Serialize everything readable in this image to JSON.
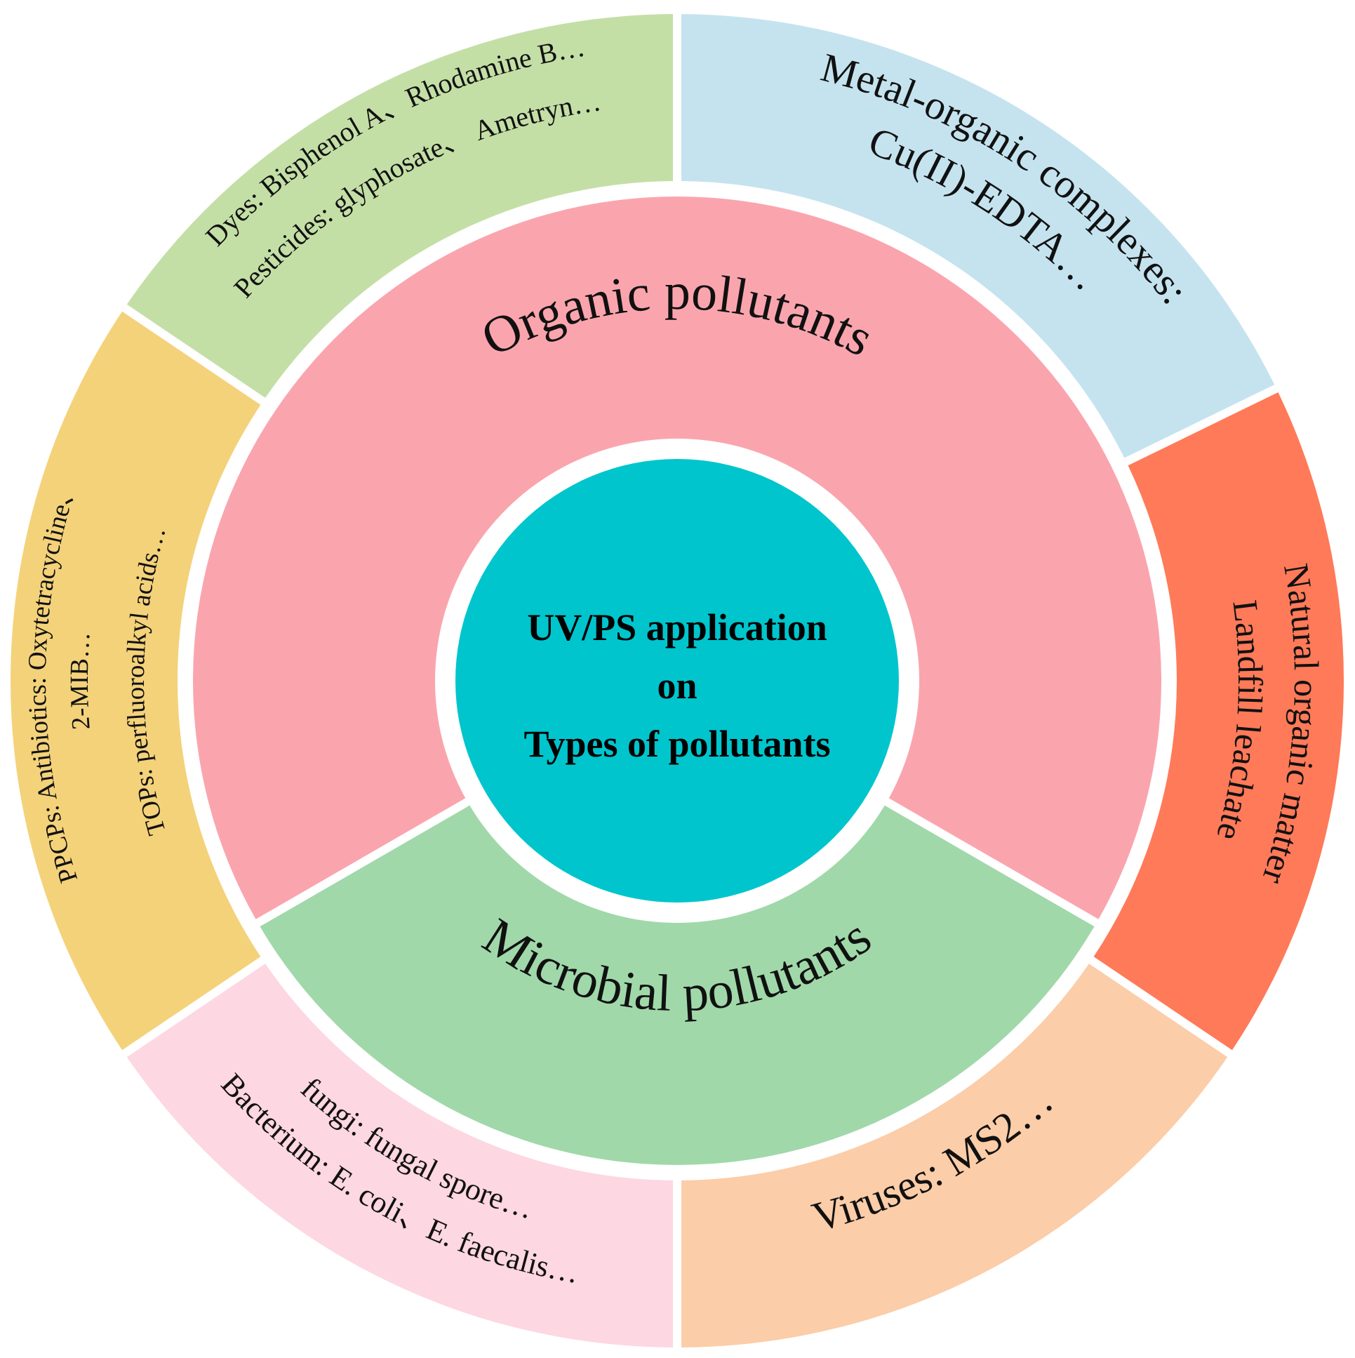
{
  "center": {
    "color": "#00C5CD",
    "lines": [
      "UV/PS application",
      "on",
      "Types of pollutants"
    ]
  },
  "inner_ring": [
    {
      "key": "organic",
      "label": "Organic pollutants",
      "color": "#FAA5AE"
    },
    {
      "key": "microbial",
      "label": "Microbial pollutants",
      "color": "#A0D8AA"
    }
  ],
  "outer_ring": [
    {
      "key": "metal",
      "color": "#C5E3EF",
      "lines": [
        "Metal-organic complexes:",
        "Cu(II)-EDTA…"
      ]
    },
    {
      "key": "nom",
      "color": "#FF7A59",
      "lines": [
        "Natural organic matter",
        "Landfill leachate"
      ]
    },
    {
      "key": "viruses",
      "color": "#FBCDA8",
      "lines": [
        "Viruses: MS2…"
      ]
    },
    {
      "key": "bacteria",
      "color": "#FDD7E2",
      "lines": [
        "Bacterium: E. coli、E. faecalis…",
        "fungi: fungal spore…"
      ]
    },
    {
      "key": "ppcps",
      "color": "#F4D27A",
      "lines": [
        "PPCPs: Antibiotics: Oxytetracycline、",
        "2-MIB…",
        "TOPs: perfluoroalkyl acids…"
      ]
    },
    {
      "key": "dyes",
      "color": "#C4DFA6",
      "lines": [
        "Dyes: Bisphenol A、Rhodamine B…",
        "Pesticides: glyphosate、 Ametryn…"
      ]
    }
  ]
}
